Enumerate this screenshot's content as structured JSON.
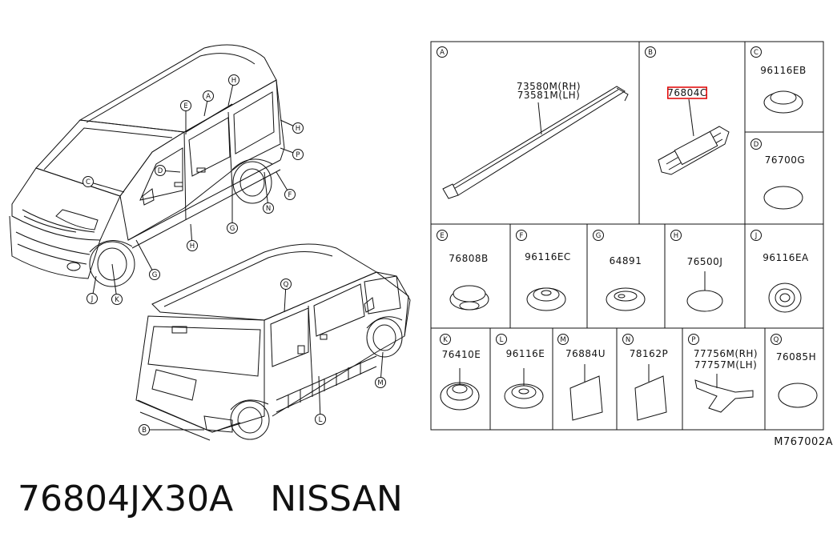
{
  "diagram_code": "M767002A",
  "caption": {
    "part_number": "76804JX30A",
    "brand": "NISSAN"
  },
  "highlight_color": "#e00000",
  "cells": {
    "A": {
      "letter": "A",
      "labels": [
        "73580M(RH)",
        "73581M(LH)"
      ]
    },
    "B": {
      "letter": "B",
      "labels": [
        "76804C"
      ],
      "highlighted": true
    },
    "C": {
      "letter": "C",
      "labels": [
        "96116EB"
      ]
    },
    "D": {
      "letter": "D",
      "labels": [
        "76700G"
      ]
    },
    "E": {
      "letter": "E",
      "labels": [
        "76808B"
      ]
    },
    "F": {
      "letter": "F",
      "labels": [
        "96116EC"
      ]
    },
    "G": {
      "letter": "G",
      "labels": [
        "64891"
      ]
    },
    "H": {
      "letter": "H",
      "labels": [
        "76500J"
      ]
    },
    "J": {
      "letter": "J",
      "labels": [
        "96116EA"
      ]
    },
    "K": {
      "letter": "K",
      "labels": [
        "76410E"
      ]
    },
    "L": {
      "letter": "L",
      "labels": [
        "96116E"
      ]
    },
    "M": {
      "letter": "M",
      "labels": [
        "76884U"
      ]
    },
    "N": {
      "letter": "N",
      "labels": [
        "78162P"
      ]
    },
    "P": {
      "letter": "P",
      "labels": [
        "77756M(RH)",
        "77757M(LH)"
      ]
    },
    "Q": {
      "letter": "Q",
      "labels": [
        "76085H"
      ]
    }
  },
  "callouts": {
    "front_van": [
      "H",
      "A",
      "E",
      "H",
      "D",
      "P",
      "C",
      "F",
      "N",
      "G",
      "H",
      "G",
      "J",
      "K"
    ],
    "rear_van": [
      "Q",
      "M",
      "L",
      "B"
    ]
  }
}
